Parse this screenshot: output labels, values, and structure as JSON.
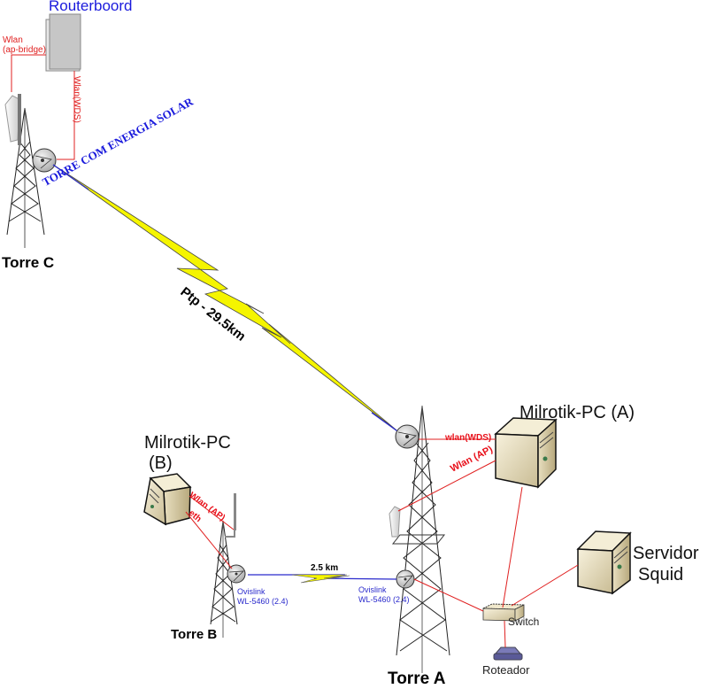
{
  "title": "Wireless network topology",
  "towers": {
    "c": {
      "label": "Torre C",
      "note": "TORRE COM ENERGIA SOLAR"
    },
    "b": {
      "label": "Torre B"
    },
    "a": {
      "label": "Torre A"
    }
  },
  "devices": {
    "routerboard": {
      "label": "Routerboord",
      "link_ap": "Wlan\n(ap-bridge)",
      "link_wds": "Wlan(WDS)"
    },
    "mikrotik_a": {
      "label": "Milrotik-PC (A)",
      "link_wds": "wlan(WDS)",
      "link_ap": "Wlan (AP)"
    },
    "mikrotik_b": {
      "label_line1": "Milrotik-PC",
      "label_line2": "(B)",
      "link_ap": "Wlan (AP)",
      "link_eth": "eth"
    },
    "squid": {
      "label_line1": "Servidor",
      "label_line2": "Squid"
    },
    "switch": {
      "label": "Switch"
    },
    "router": {
      "label": "Roteador"
    }
  },
  "links": {
    "ptp_long": {
      "label": "Ptp  -  29.5km"
    },
    "ptp_short": {
      "label": "2.5 km"
    },
    "ovislink_b": {
      "line1": "Ovislink",
      "line2": "WL-5460 (2.4)"
    },
    "ovislink_a": {
      "line1": "Ovislink",
      "line2": "WL-5460 (2.4)"
    }
  },
  "colors": {
    "wired": "#e02020",
    "wireless": "#2a2acc",
    "bolt": "#f5f500",
    "title": "#1a1adc"
  }
}
